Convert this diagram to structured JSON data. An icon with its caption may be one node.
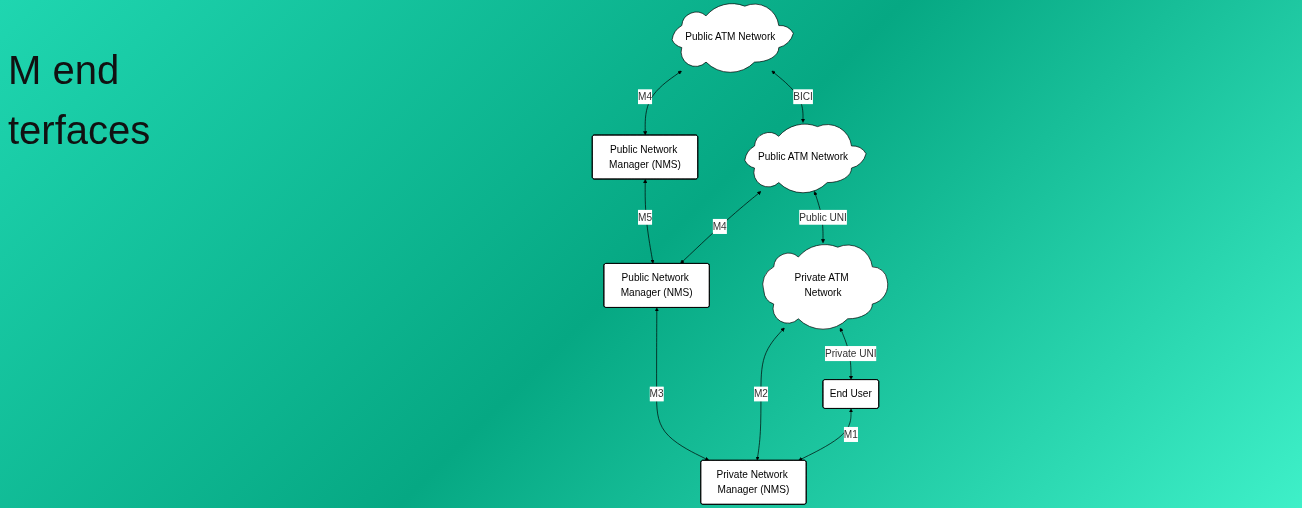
{
  "diagram": {
    "title": "M end terfaces",
    "nodes": [
      {
        "text": [
          "Private Network Manager (NMS)"
        ]
      },
      {
        "text": [
          "Public Network Manager (NMS)"
        ]
      },
      {
        "text": [
          "Public Network Manager (NMS)"
        ]
      },
      {
        "text": [
          "End User"
        ]
      },
      {
        "text": [
          "Private ATM Network"
        ]
      },
      {
        "text": [
          "Public ATM Network"
        ]
      },
      {
        "text": [
          "Public ATM Network"
        ]
      }
    ],
    "edges": [
      {
        "from": 0,
        "to": 3,
        "arrow": "both",
        "label": "M1"
      },
      {
        "from": 0,
        "to": 1,
        "arrow": "both",
        "label": "M3"
      },
      {
        "from": 1,
        "to": 2,
        "arrow": "both",
        "label": "M5"
      },
      {
        "from": 0,
        "to": 4,
        "arrow": "both",
        "label": "M2"
      },
      {
        "from": 1,
        "to": 5,
        "arrow": "both",
        "label": "M4"
      },
      {
        "from": 2,
        "to": 6,
        "arrow": "both",
        "label": "M4"
      },
      {
        "from": 3,
        "to": 4,
        "arrow": "both",
        "label": "Private UNI"
      },
      {
        "from": 4,
        "to": 5,
        "arrow": "both",
        "label": "Public UNI"
      },
      {
        "from": 5,
        "to": 6,
        "arrow": "both",
        "label": "BICI"
      }
    ]
  }
}
